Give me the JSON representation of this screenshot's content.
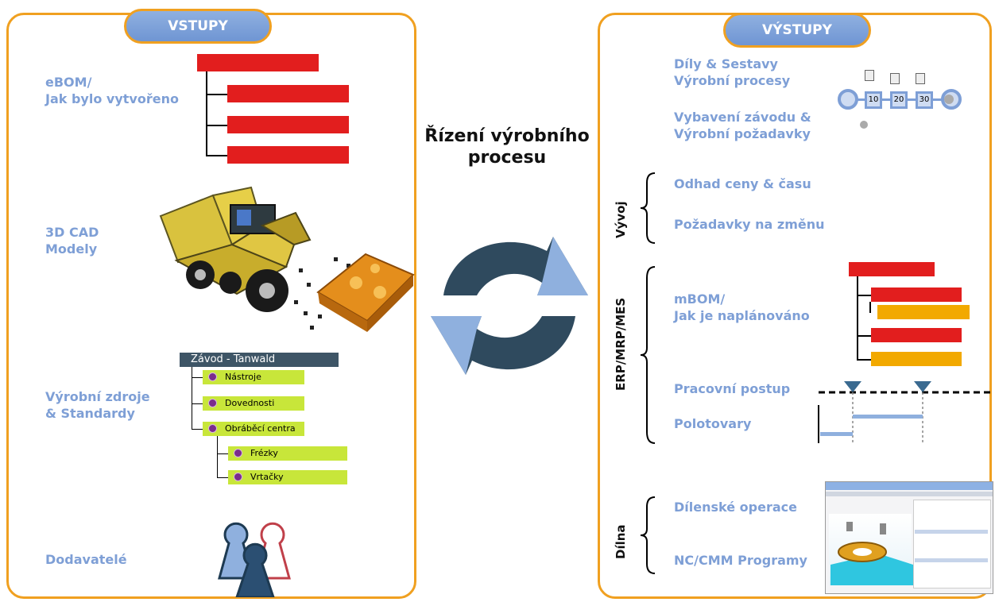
{
  "inputs": {
    "header": "VSTUPY",
    "ebom_label": "eBOM/\nJak bylo vytvořeno",
    "cad_label": "3D CAD\nModely",
    "resources_label": "Výrobní zdroje\n& Standardy",
    "suppliers_label": "Dodavatelé",
    "resources_tree": {
      "root": "Závod - Tanwald",
      "items": [
        "Nástroje",
        "Dovednosti",
        "Obráběcí centra"
      ],
      "subitems": [
        "Frézky",
        "Vrtačky"
      ]
    }
  },
  "center": {
    "title": "Řízení výrobního\nprocesu"
  },
  "outputs": {
    "header": "VÝSTUPY",
    "parts_label": "Díly & Sestavy\nVýrobní procesy",
    "plant_label": "Vybavení závodu &\nVýrobní požadavky",
    "process_nodes": [
      "10",
      "20",
      "30"
    ],
    "dev_group": "Vývoj",
    "cost_label": "Odhad ceny & času",
    "change_label": "Požadavky na změnu",
    "erp_group": "ERP/MRP/MES",
    "mbom_label": "mBOM/\nJak je naplánováno",
    "workflow_label": "Pracovní postup",
    "blanks_label": "Polotovary",
    "shop_group": "Dílna",
    "shop_ops_label": "Dílenské operace",
    "nc_label": "NC/CMM Programy"
  },
  "colors": {
    "panel_border": "#f0a020",
    "label_blue": "#7e9fd6",
    "bom_red": "#e21e1e",
    "bom_orange": "#f2a900",
    "cycle_dark": "#2f4a5e",
    "cycle_light": "#8fb0de"
  }
}
